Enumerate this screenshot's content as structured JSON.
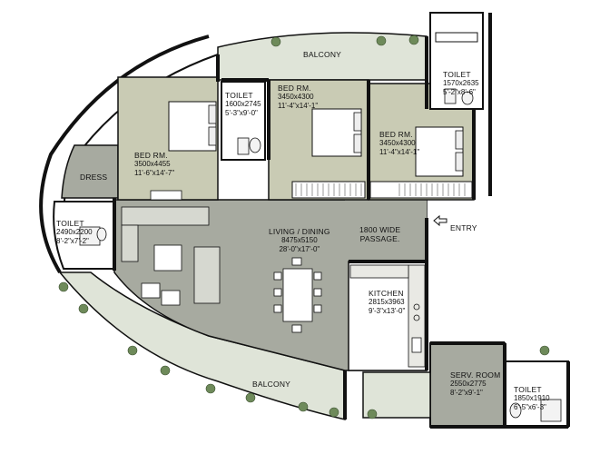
{
  "rooms": {
    "balcony_top": {
      "name": "BALCONY"
    },
    "balcony_bottom": {
      "name": "BALCONY"
    },
    "toilet_top_right": {
      "name": "TOILET",
      "size": "1570x2635",
      "imperial": "5'-2\"x8'-6\""
    },
    "toilet_center": {
      "name": "TOILET",
      "size": "1600x2745",
      "imperial": "5'-3\"x9'-0\""
    },
    "toilet_left": {
      "name": "TOILET",
      "size": "2490x2200",
      "imperial": "8'-2\"x7'-2\""
    },
    "toilet_bottom_right": {
      "name": "TOILET",
      "size": "1850x1910",
      "imperial": "6'-5\"x6'-3\""
    },
    "bed_left": {
      "name": "BED RM.",
      "size": "3500x4455",
      "imperial": "11'-6\"x14'-7\""
    },
    "bed_middle": {
      "name": "BED RM.",
      "size": "3450x4300",
      "imperial": "11'-4\"x14'-1\""
    },
    "bed_right": {
      "name": "BED RM.",
      "size": "3450x4300",
      "imperial": "11'-4\"x14'-1\""
    },
    "dress": {
      "name": "DRESS"
    },
    "living_dining": {
      "name": "LIVING / DINING",
      "size": "8475x5150",
      "imperial": "28'-0\"x17'-0\""
    },
    "passage": {
      "line1": "1800 WIDE",
      "line2": "PASSAGE."
    },
    "entry": {
      "name": "ENTRY"
    },
    "kitchen": {
      "name": "KITCHEN",
      "size": "2815x3963",
      "imperial": "9'-3\"x13'-0\""
    },
    "serv_room": {
      "name": "SERV. ROOM",
      "size": "2550x2775",
      "imperial": "8'-2\"x9'-1\""
    }
  },
  "colors": {
    "bedroom": "#c9cbb4",
    "living": "#a7aaa0",
    "toilet": "#ffffff",
    "balcony": "#dfe4d8",
    "wall": "#111111"
  }
}
